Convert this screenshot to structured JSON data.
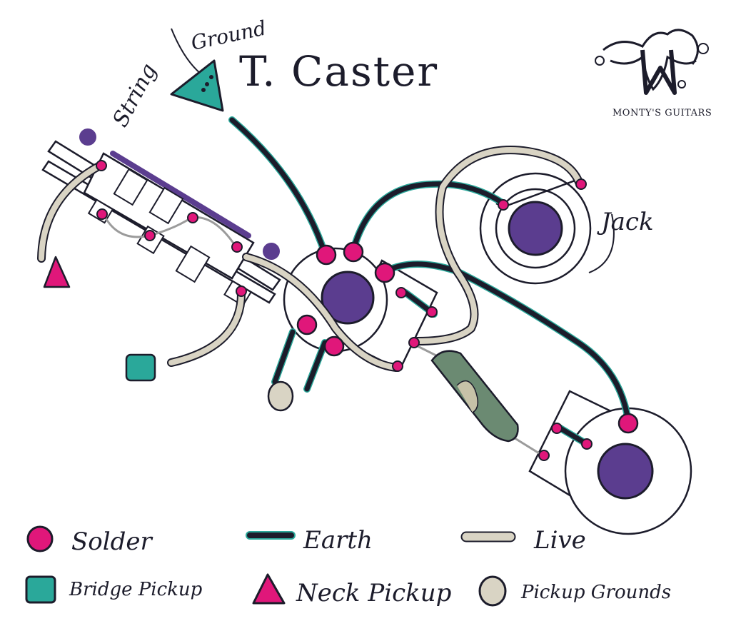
{
  "title": "T. Caster",
  "logo": {
    "text": "MONTY'S GUITARS"
  },
  "labels": {
    "string_ground_1": "String",
    "string_ground_2": "Ground",
    "jack": "Jack"
  },
  "legend": [
    {
      "key": "solder",
      "label": "Solder",
      "shape": "circle",
      "color": "#e0177a"
    },
    {
      "key": "earth",
      "label": "Earth",
      "shape": "line",
      "color": "#1c1c2b"
    },
    {
      "key": "live",
      "label": "Live",
      "shape": "line",
      "color": "#d9d4c4"
    },
    {
      "key": "bridge_pickup",
      "label": "Bridge Pickup",
      "shape": "square",
      "color": "#2aa89a"
    },
    {
      "key": "neck_pickup",
      "label": "Neck Pickup",
      "shape": "triangle",
      "color": "#e0177a"
    },
    {
      "key": "pickup_grounds",
      "label": "Pickup Grounds",
      "shape": "circle",
      "color": "#d9d4c4"
    }
  ],
  "colors": {
    "solder": "#e0177a",
    "earth": "#1c1c2b",
    "live": "#d9d4c4",
    "pot_center": "#5b3d8f",
    "ground_teal": "#2aa89a",
    "cap_green": "#6b8a72",
    "outline": "#1c1c2b"
  }
}
